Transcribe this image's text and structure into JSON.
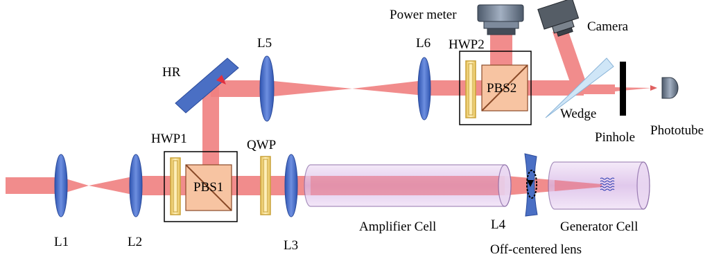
{
  "labels": {
    "l1": "L1",
    "l2": "L2",
    "l3": "L3",
    "l4": "L4",
    "l5": "L5",
    "l6": "L6",
    "hr": "HR",
    "hwp1": "HWP1",
    "hwp2": "HWP2",
    "qwp": "QWP",
    "pbs1": "PBS1",
    "pbs2": "PBS2",
    "power_meter": "Power meter",
    "camera": "Camera",
    "wedge": "Wedge",
    "pinhole": "Pinhole",
    "phototube": "Phototube",
    "amplifier_cell": "Amplifier Cell",
    "generator_cell": "Generator Cell",
    "off_centered_lens": "Off-centered lens"
  },
  "colors": {
    "beam": "#f08080",
    "lens": "#4a6fc4",
    "waveplate": "#f5dc82",
    "pbs": "#f7c4a2",
    "cell": "#e6cff0",
    "cell_edge": "#8a6aa6",
    "device": "#6f7f94"
  }
}
